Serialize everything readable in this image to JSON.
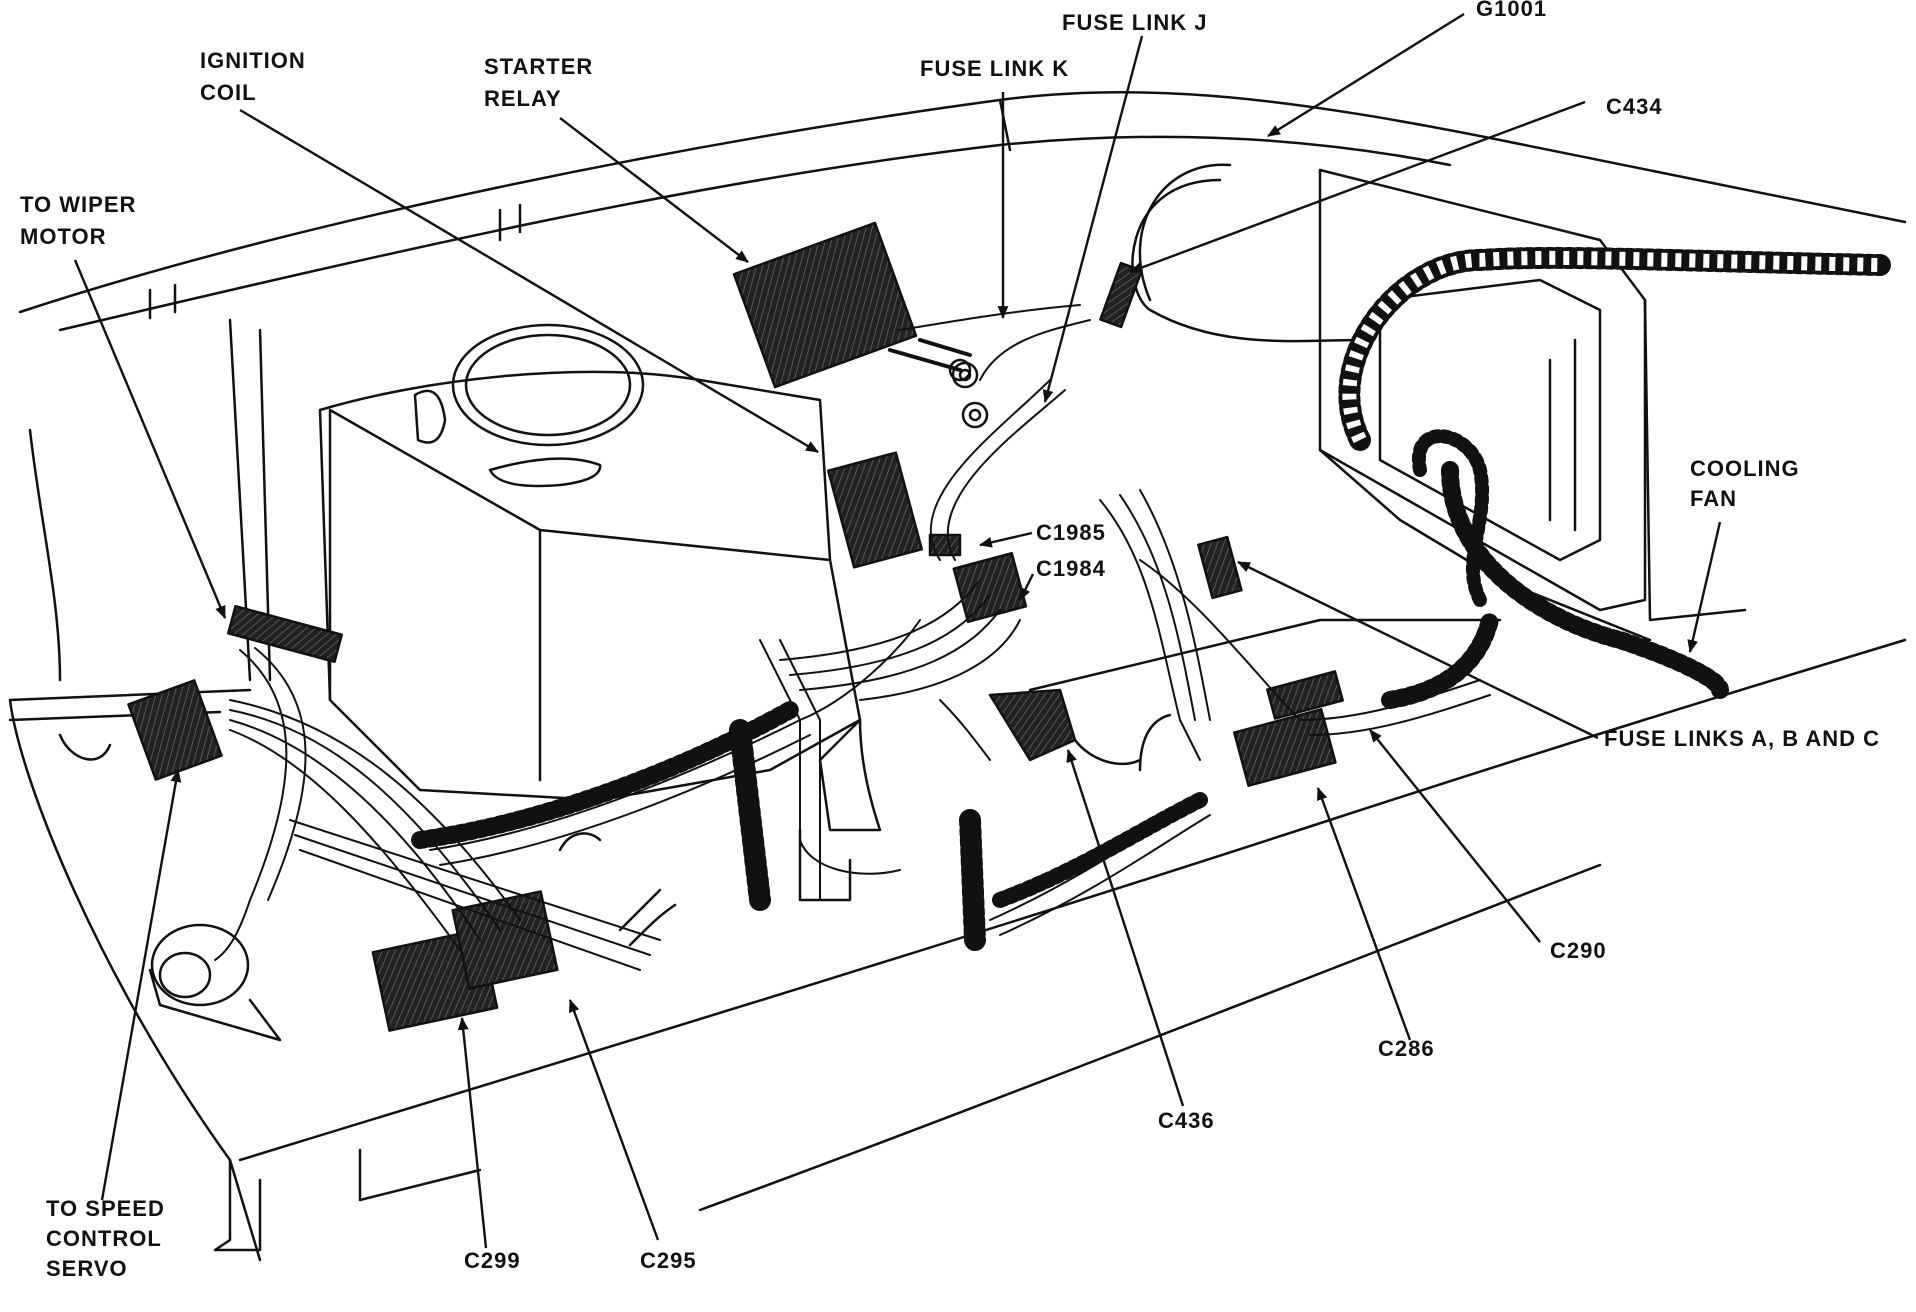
{
  "labels": {
    "fuse_link_j": "FUSE LINK J",
    "g1001": "G1001",
    "fuse_link_k": "FUSE LINK K",
    "ignition_coil_1": "IGNITION",
    "ignition_coil_2": "COIL",
    "starter_relay_1": "STARTER",
    "starter_relay_2": "RELAY",
    "c434": "C434",
    "wiper_1": "TO WIPER",
    "wiper_2": "MOTOR",
    "cooling_fan_1": "COOLING",
    "cooling_fan_2": "FAN",
    "c1985": "C1985",
    "c1984": "C1984",
    "fuse_links_abc": "FUSE LINKS A, B AND C",
    "c290": "C290",
    "c286": "C286",
    "c436": "C436",
    "speed_1": "TO SPEED",
    "speed_2": "CONTROL",
    "speed_3": "SERVO",
    "c299": "C299",
    "c295": "C295"
  }
}
